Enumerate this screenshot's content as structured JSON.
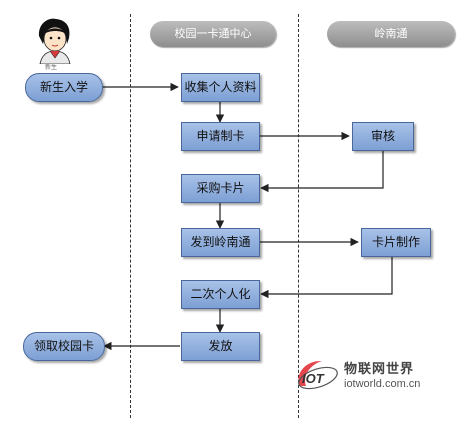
{
  "lanes": {
    "campus_center": "校园一卡通中心",
    "lingnantong": "岭南通"
  },
  "avatar_caption": "新生",
  "nodes": {
    "new_student": "新生入学",
    "collect_info": "收集个人资料",
    "apply_card": "申请制卡",
    "review": "审核",
    "purchase_card": "采购卡片",
    "send_to_lnt": "发到岭南通",
    "card_production": "卡片制作",
    "secondary_personalization": "二次个人化",
    "distribute": "发放",
    "receive_card": "领取校园卡"
  },
  "watermark": {
    "logo_text": "IOT",
    "name": "物联网世界",
    "url": "iotworld.com.cn"
  },
  "colors": {
    "node_fill": "#92b1df",
    "node_border": "#4a679c",
    "lane_header": "#a6a6a6",
    "arrow": "#222222"
  }
}
